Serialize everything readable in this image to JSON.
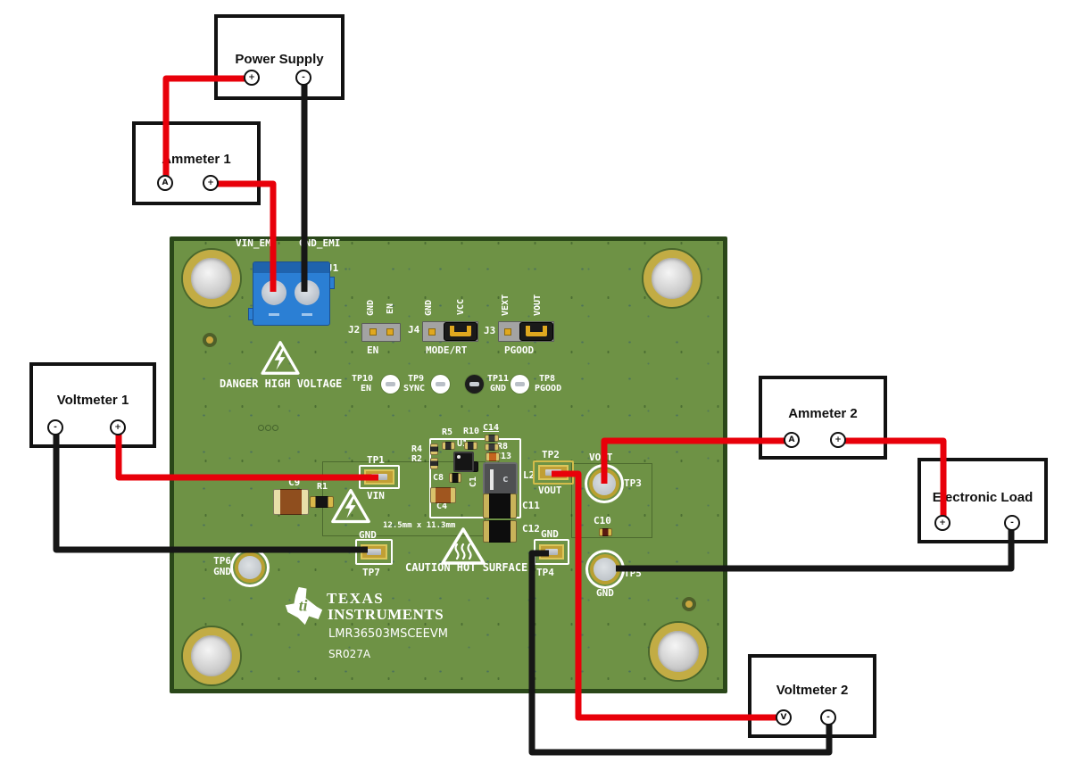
{
  "colors": {
    "board_green": "#6E9245",
    "board_border": "#2A4719",
    "wire_red": "#E8000A",
    "wire_black": "#161616",
    "connector_blue": "#2B7FD4",
    "pad_gold": "#C6A93C",
    "jumper_shunt": "#1A1A1A",
    "silkscreen": "#FFFFFF"
  },
  "instruments": {
    "power_supply": {
      "label": "Power Supply",
      "terminal_left": "+",
      "terminal_right": "-"
    },
    "ammeter1": {
      "label": "Ammeter 1",
      "terminal_left": "A",
      "terminal_right": "+"
    },
    "voltmeter1": {
      "label": "Voltmeter 1",
      "terminal_left": "-",
      "terminal_right": "+"
    },
    "ammeter2": {
      "label": "Ammeter 2",
      "terminal_left": "A",
      "terminal_right": "+"
    },
    "electronic_load": {
      "label": "Electronic Load",
      "terminal_left": "+",
      "terminal_right": "-"
    },
    "voltmeter2": {
      "label": "Voltmeter 2",
      "terminal_left": "V",
      "terminal_right": "-"
    }
  },
  "board": {
    "connector": {
      "ref": "J1",
      "pin1": "VIN_EMI",
      "pin2": "GND_EMI"
    },
    "jumpers": [
      {
        "ref": "J2",
        "pin1": "GND",
        "pin2": "EN",
        "name": "EN"
      },
      {
        "ref": "J4",
        "pin1": "GND",
        "pin2": "VCC",
        "name": "MODE/RT"
      },
      {
        "ref": "J3",
        "pin1": "VEXT",
        "pin2": "VOUT",
        "name": "PGOOD"
      }
    ],
    "tp_row": [
      {
        "ref": "TP10",
        "signal": "EN"
      },
      {
        "ref": "TP9",
        "signal": "SYNC"
      },
      {
        "ref": "TP11",
        "signal": "GND"
      },
      {
        "ref": "TP8",
        "signal": "PGOOD"
      }
    ],
    "testpoints": {
      "tp1": {
        "ref": "TP1",
        "signal": "VIN"
      },
      "tp2": {
        "ref": "TP2",
        "signal": "VOUT"
      },
      "tp3": {
        "ref": "TP3",
        "signal": "VOUT"
      },
      "tp4": {
        "ref": "TP4",
        "signal": "GND"
      },
      "tp5": {
        "ref": "TP5",
        "signal": "GND"
      },
      "tp6": {
        "ref": "TP6",
        "signal": "GND"
      },
      "tp7": {
        "ref": "TP7",
        "signal": "GND"
      }
    },
    "components": {
      "r5": "R5",
      "r10": "R10",
      "c14": "C14",
      "u1": "U1",
      "r8": "R8",
      "c13": "C13",
      "c8": "C8",
      "c1": "C1",
      "c4": "C4",
      "c11": "C11",
      "c12": "C12",
      "l2": "L2",
      "l2_mark": "c",
      "c10": "C10",
      "c9": "C9",
      "r1": "R1",
      "r4": "R4",
      "r2": "R2"
    },
    "warnings": {
      "high_voltage": "DANGER HIGH VOLTAGE",
      "hot_surface": "CAUTION HOT SURFACE"
    },
    "dimensions_note": "12.5mm x 11.3mm",
    "branding": {
      "logo_text": "ti",
      "line1": "TEXAS",
      "line2": "INSTRUMENTS",
      "model": "LMR36503MSCEEVM",
      "revision": "SR027A"
    }
  }
}
